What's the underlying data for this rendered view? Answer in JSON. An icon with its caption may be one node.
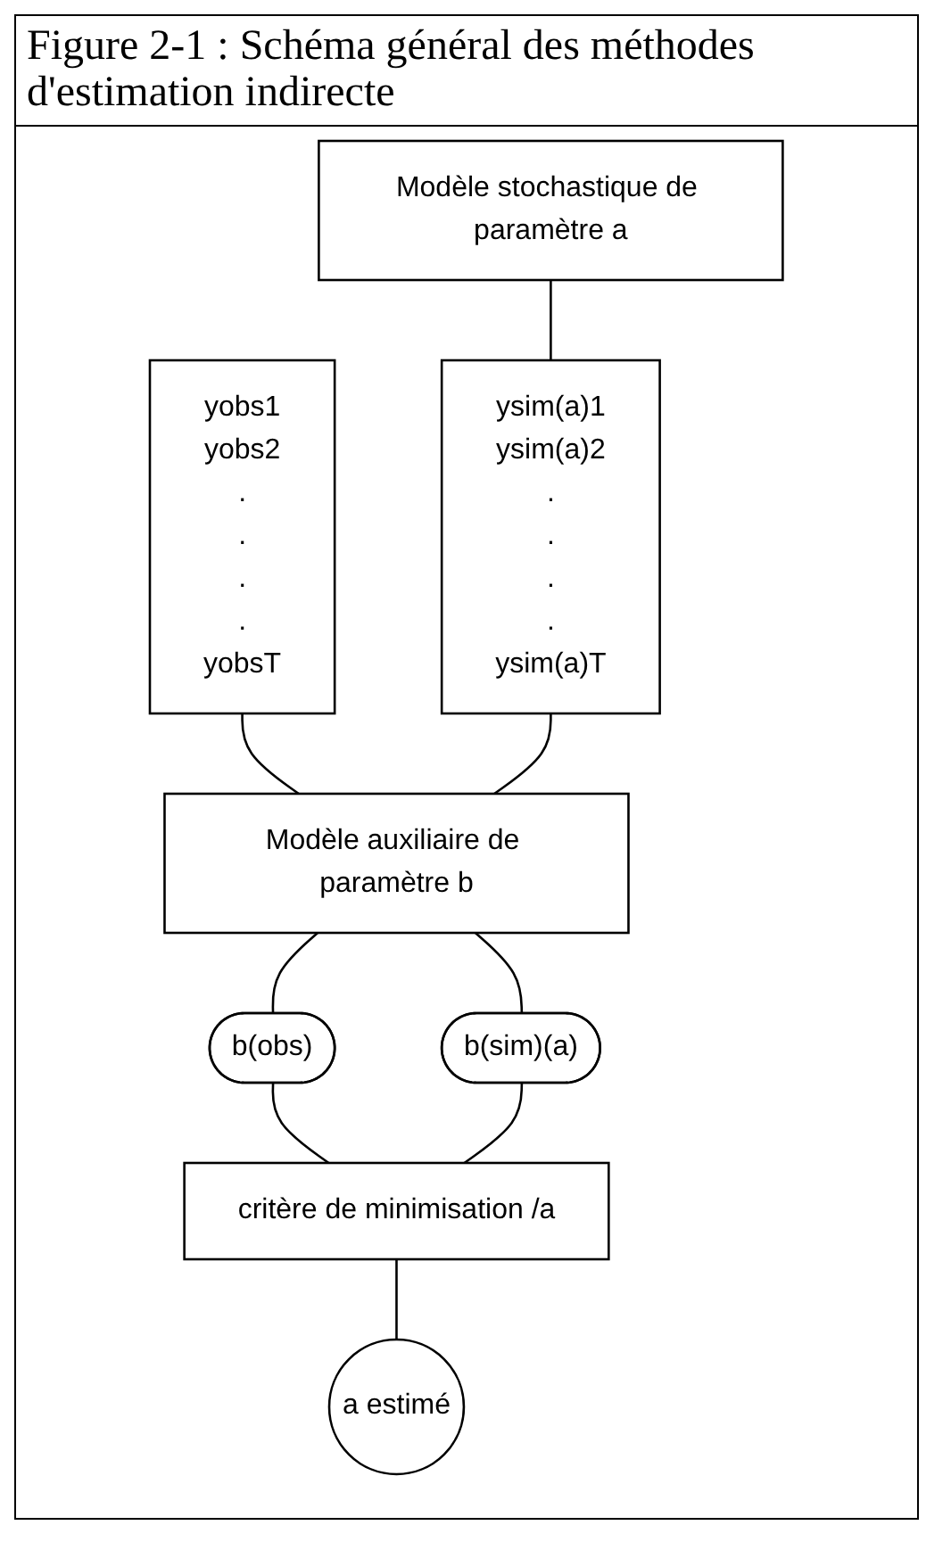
{
  "diagram": {
    "title": "Figure 2-1 : Schéma général des méthodes d'estimation indirecte",
    "nodes": [
      {
        "text": [
          "yobs1",
          "yobs2",
          ".",
          ".",
          ".",
          ".",
          "yobsT"
        ]
      },
      {
        "text": [
          "Modèle stochastique de paramètre a"
        ]
      },
      {
        "text": [
          "ysim(a)1",
          "ysim(a)2",
          ".",
          ".",
          ".",
          ".",
          "ysim(a)T"
        ]
      },
      {
        "text": [
          "Modèle auxiliaire de paramètre b"
        ]
      },
      {
        "text": [
          "b(obs)"
        ]
      },
      {
        "text": [
          "b(sim)(a)"
        ]
      },
      {
        "text": [
          "critère de minimisation /a"
        ]
      },
      {
        "text": [
          "a estimé"
        ]
      }
    ],
    "edges": [
      {
        "from": 1,
        "to": 2,
        "arrow": "none"
      },
      {
        "from": 0,
        "to": 3,
        "arrow": "none"
      },
      {
        "from": 2,
        "to": 3,
        "arrow": "none"
      },
      {
        "from": 3,
        "to": 4,
        "arrow": "none"
      },
      {
        "from": 3,
        "to": 5,
        "arrow": "none"
      },
      {
        "from": 4,
        "to": 6,
        "arrow": "none"
      },
      {
        "from": 5,
        "to": 6,
        "arrow": "none"
      },
      {
        "from": 6,
        "to": 7,
        "arrow": "none"
      }
    ]
  }
}
